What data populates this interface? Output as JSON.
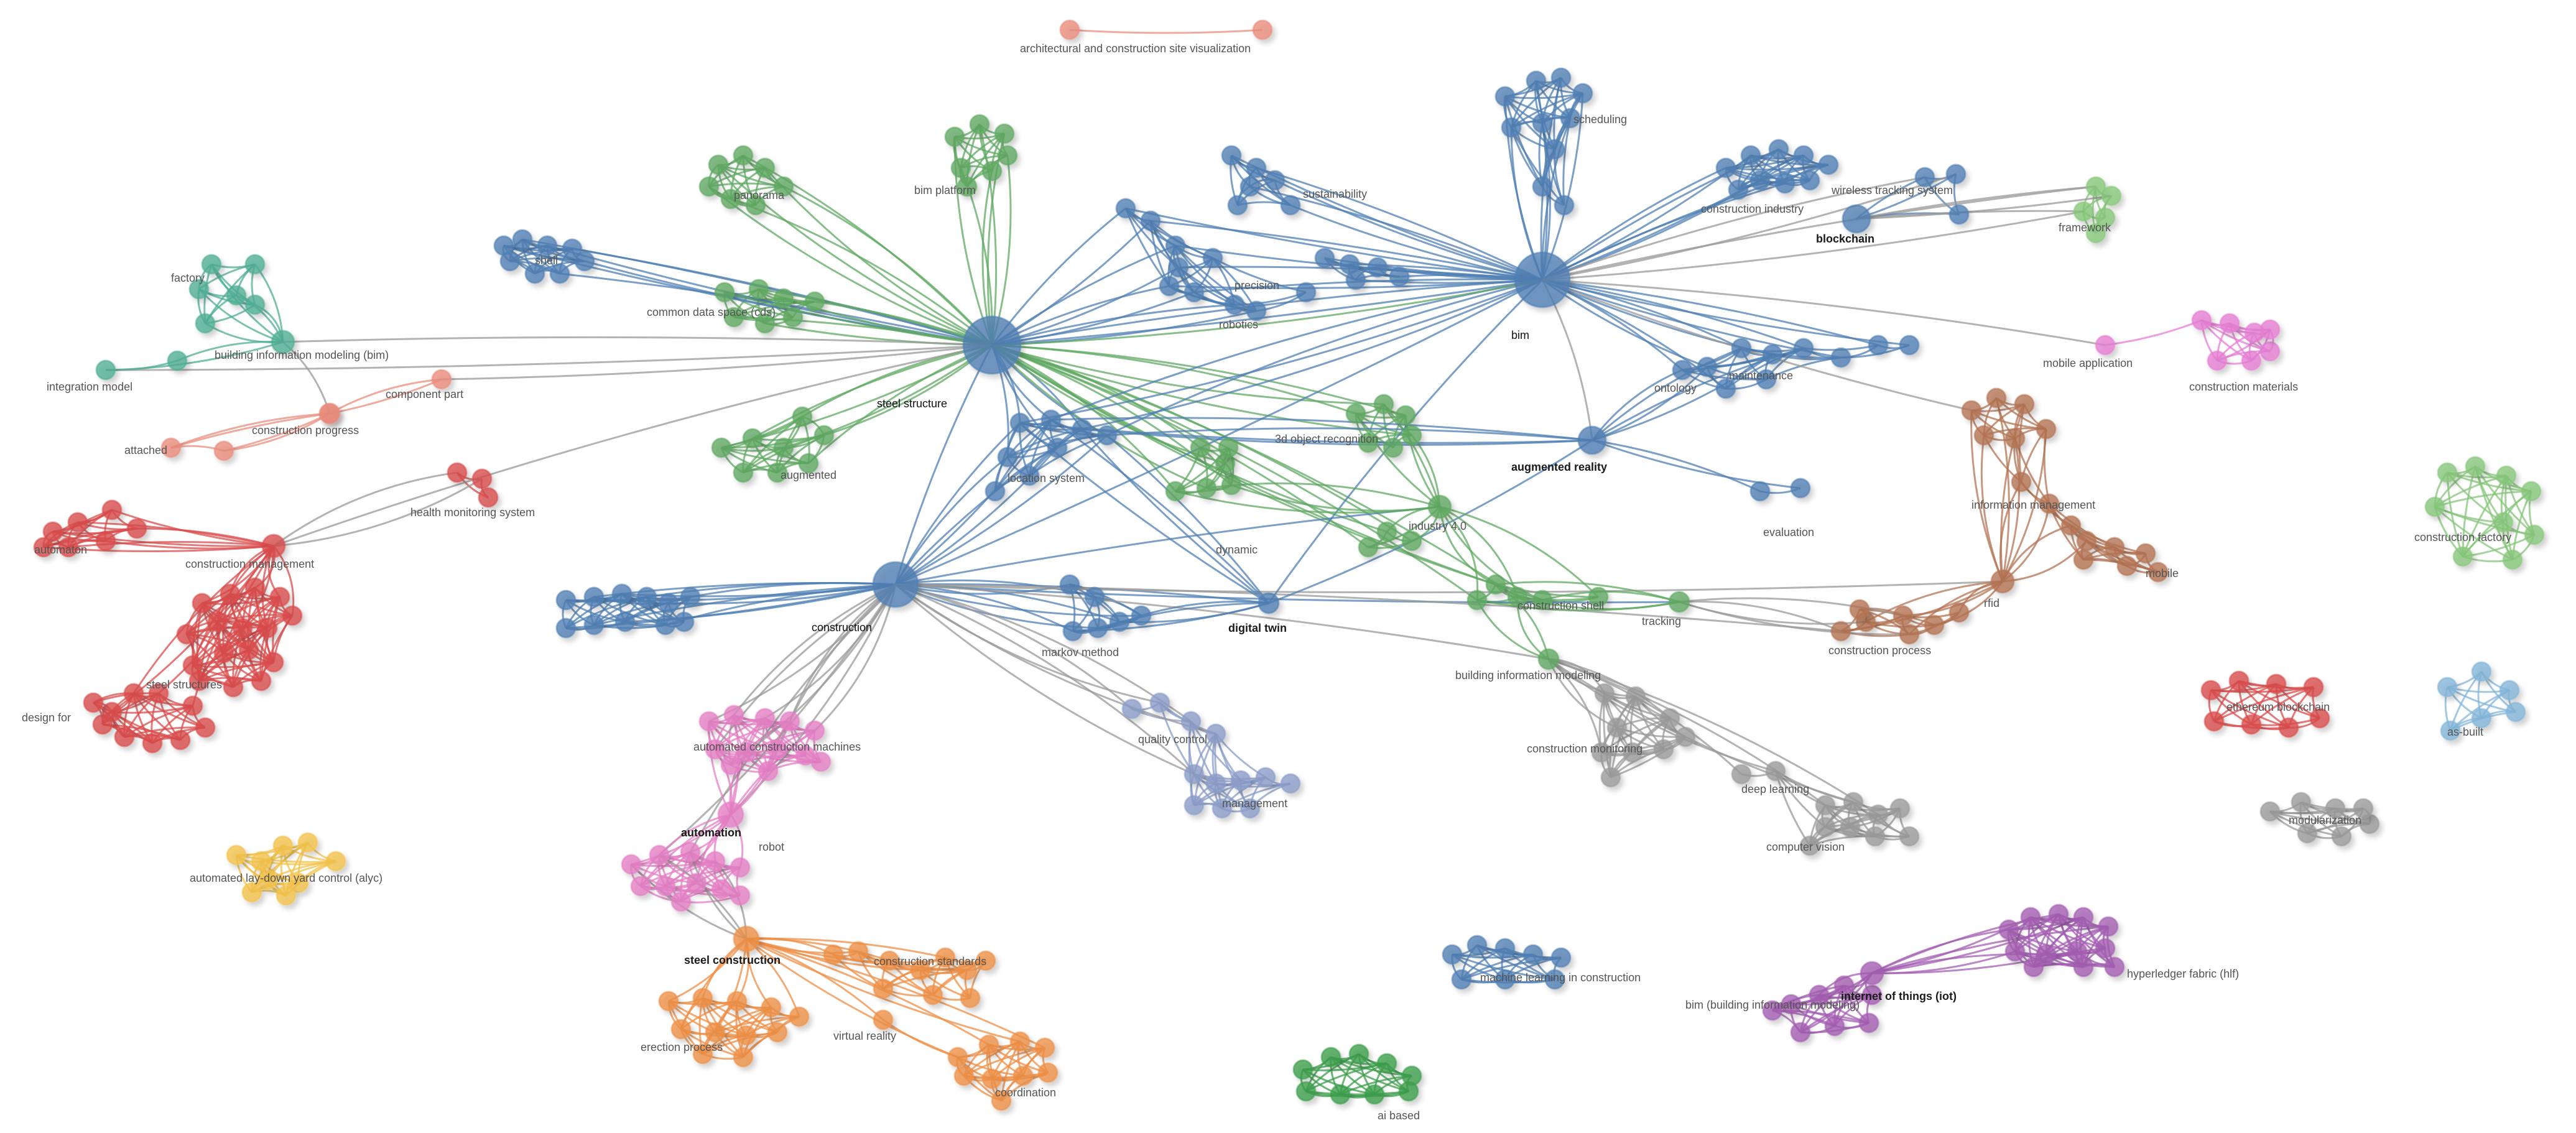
{
  "colors": {
    "blue": "#4f7fb3",
    "green": "#5fa862",
    "teal": "#4fae94",
    "salmon": "#ea8c7c",
    "red": "#d94c4c",
    "pink": "#e47fc4",
    "orange": "#ed8f47",
    "yellow": "#f2c14a",
    "brown": "#b37353",
    "gray": "#9a9a9a",
    "purple": "#a35db1",
    "lightblue": "#83b5d8",
    "lightgreen": "#86c67a",
    "darkgreen": "#3b9e4b",
    "steelblue": "#8a9cc8",
    "magenta": "#e57ed3"
  },
  "labels": {
    "steel_structure": "steel structure",
    "bim": "bim",
    "construction": "construction",
    "augmented_reality": "augmented reality",
    "blockchain": "blockchain",
    "automation": "automation",
    "steel_construction": "steel construction",
    "construction_management": "construction management",
    "digital_twin": "digital twin",
    "internet_of_things": "internet of things (iot)",
    "arch_viz": "architectural and construction site visualization",
    "scheduling": "scheduling",
    "sustainability": "sustainability",
    "bim_platform": "bim platform",
    "panorama": "panorama",
    "wireless_tracking": "wireless tracking system",
    "framework": "framework",
    "construction_industry": "construction industry",
    "factory": "factory",
    "bim_full": "building information modeling (bim)",
    "integration_model": "integration model",
    "component_part": "component part",
    "construction_progress": "construction progress",
    "attached": "attached",
    "mobile_application": "mobile application",
    "construction_materials": "construction materials",
    "object_recognition": "3d object recognition",
    "augmented": "augmented",
    "industry_4": "industry 4.0",
    "location_system": "location system",
    "health_monitoring": "health monitoring system",
    "information_management": "information management",
    "rfid": "rfid",
    "mobile": "mobile",
    "construction_factory": "construction factory",
    "automaton": "automaton",
    "steel_structures": "steel structures",
    "design_for": "design for",
    "markov_method": "markov method",
    "tracking": "tracking",
    "construction_process": "construction process",
    "bim_modeling": "building information modeling",
    "quality_control": "quality control",
    "management": "management",
    "construction_monitoring": "construction monitoring",
    "deep_learning": "deep learning",
    "computer_vision": "computer vision",
    "ethereum_blockchain": "ethereum blockchain",
    "as_built": "as-built",
    "automated_machines": "automated construction machines",
    "automated_yard": "automated lay-down yard control (alyc)",
    "modularization": "modularization",
    "construction_standards": "construction standards",
    "erection_process": "erection process",
    "virtual_reality": "virtual reality",
    "coordination": "coordination",
    "machine_learning": "machine learning in construction",
    "hyperledger": "hyperledger fabric (hlf)",
    "bim_building": "bim (building information modeling)",
    "ai_based": "ai based",
    "evaluation": "evaluation",
    "robot": "robot",
    "shell": "shell",
    "robotics": "robotics",
    "ontology": "ontology",
    "maintenance": "maintenance",
    "precision": "precision",
    "dynamic": "dynamic",
    "construction_shell": "construction shell",
    "data_space": "common data space (cds)"
  }
}
